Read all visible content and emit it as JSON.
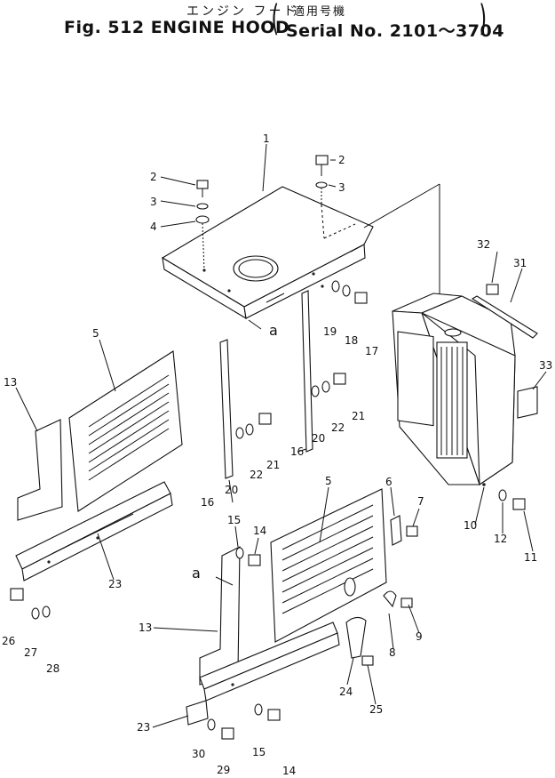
{
  "title": {
    "japanese": "エンジン フード",
    "main": "Fig. 512 ENGINE HOOD",
    "serial_japanese": "適用号機",
    "serial": "Serial No. 2101～3704"
  },
  "callouts": {
    "c1": "1",
    "c2a": "2",
    "c2b": "2",
    "c3a": "3",
    "c3b": "3",
    "c4": "4",
    "c5a": "5",
    "c5b": "5",
    "c6": "6",
    "c7": "7",
    "c8": "8",
    "c9": "9",
    "c10": "10",
    "c11": "11",
    "c12": "12",
    "c13a": "13",
    "c13b": "13",
    "c14a": "14",
    "c14b": "14",
    "c15a": "15",
    "c15b": "15",
    "c16a": "16",
    "c16b": "16",
    "c17": "17",
    "c18": "18",
    "c19": "19",
    "c20a": "20",
    "c20b": "20",
    "c21a": "21",
    "c21b": "21",
    "c22a": "22",
    "c22b": "22",
    "c23a": "23",
    "c23b": "23",
    "c24": "24",
    "c25": "25",
    "c26": "26",
    "c27": "27",
    "c28": "28",
    "c29": "29",
    "c30": "30",
    "c31": "31",
    "c32": "32",
    "c33": "33",
    "ref_a1": "a",
    "ref_a2": "a"
  }
}
